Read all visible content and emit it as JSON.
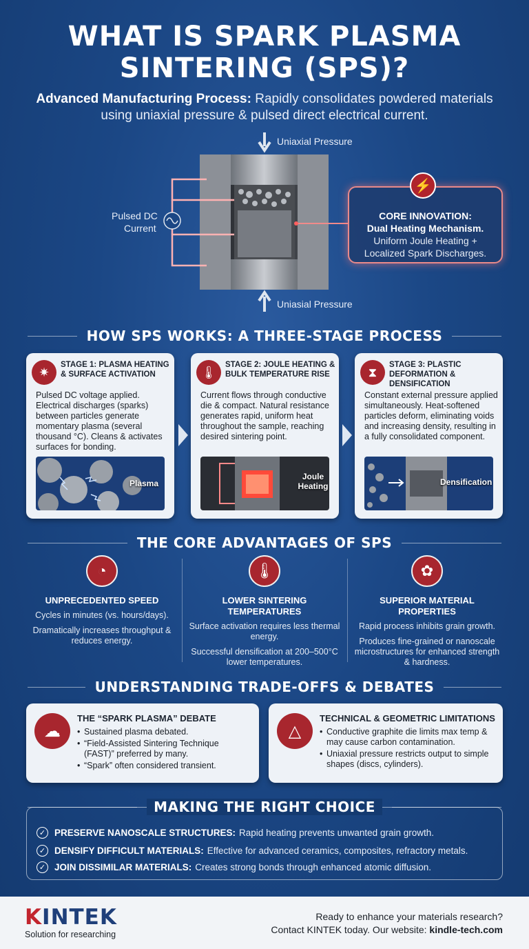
{
  "header": {
    "title_line1": "WHAT IS SPARK PLASMA",
    "title_line2": "SINTERING (SPS)?",
    "subtitle_bold": "Advanced Manufacturing Process:",
    "subtitle_text": " Rapidly consolidates powdered materials using uniaxial pressure & pulsed direct electrical current."
  },
  "diagram": {
    "top_pressure": "Uniaxial Pressure",
    "bottom_pressure": "Uniasial Pressure",
    "current_label_1": "Pulsed DC",
    "current_label_2": "Current",
    "callout_line1": "CORE INNOVATION:",
    "callout_line2": "Dual Heating Mechanism.",
    "callout_line3": "Uniform Joule Heating +",
    "callout_line4": "Localized Spark Discharges."
  },
  "stages_section": {
    "heading": "HOW SPS WORKS: A THREE-STAGE PROCESS",
    "stages": [
      {
        "title": "STAGE 1: PLASMA HEATING & SURFACE ACTIVATION",
        "body": "Pulsed DC voltage applied. Electrical discharges (sparks) between particles generate momentary plasma (several thousand °C). Cleans & activates surfaces for bonding.",
        "image_label": "Plasma"
      },
      {
        "title": "STAGE 2: JOULE HEATING & BULK TEMPERATURE RISE",
        "body": "Current flows through conductive die & compact. Natural resistance generates rapid, uniform heat throughout the sample, reaching desired sintering point.",
        "image_label": "Joule Heating"
      },
      {
        "title": "STAGE 3: PLASTIC DEFORMATION & DENSIFICATION",
        "body": "Constant external pressure applied simultaneously. Heat-softened particles deform, eliminating voids and increasing density, resulting in a fully consolidated component.",
        "image_label": "Densification"
      }
    ]
  },
  "advantages_section": {
    "heading": "THE CORE ADVANTAGES OF SPS",
    "items": [
      {
        "title": "UNPRECEDENTED SPEED",
        "p1": "Cycles in minutes (vs. hours/days).",
        "p2": "Dramatically increases throughput & reduces energy."
      },
      {
        "title": "LOWER SINTERING TEMPERATURES",
        "p1": "Surface activation requires less thermal energy.",
        "p2": "Successful densification at 200–500°C lower temperatures."
      },
      {
        "title": "SUPERIOR MATERIAL PROPERTIES",
        "p1": "Rapid process inhibits grain growth.",
        "p2": "Produces fine-grained or nanoscale microstructures for enhanced strength & hardness."
      }
    ]
  },
  "tradeoffs_section": {
    "heading": "UNDERSTANDING TRADE-OFFS & DEBATES",
    "cards": [
      {
        "title": "THE “SPARK PLASMA” DEBATE",
        "bullets": [
          "Sustained plasma debated.",
          "“Field-Assisted Sintering Technique (FAST)” preferred by many.",
          "“Spark” often considered transient."
        ]
      },
      {
        "title": "TECHNICAL & GEOMETRIC LIMITATIONS",
        "bullets": [
          "Conductive graphite die limits max temp & may cause carbon contamination.",
          "Uniaxial pressure restricts output to simple shapes (discs, cylinders)."
        ]
      }
    ]
  },
  "choice_section": {
    "heading": "MAKING THE RIGHT CHOICE",
    "items": [
      {
        "bold": "PRESERVE NANOSCALE STRUCTURES:",
        "text": "Rapid heating prevents unwanted grain growth."
      },
      {
        "bold": "DENSIFY DIFFICULT MATERIALS:",
        "text": "Effective for advanced ceramics, composites, refractory metals."
      },
      {
        "bold": "JOIN DISSIMILAR MATERIALS:",
        "text": "Creates strong bonds through enhanced atomic diffusion."
      }
    ]
  },
  "footer": {
    "logo_k": "K",
    "logo_rest": "INTEK",
    "tagline": "Solution for researching",
    "cta_line1": "Ready to enhance your materials research?",
    "cta_line2_prefix": "Contact KINTEK today. Our website: ",
    "website": "kindle-tech.com"
  },
  "colors": {
    "accent_red": "#a8262e",
    "brand_blue": "#1f3f7a",
    "background_blue": "#1b4785"
  }
}
